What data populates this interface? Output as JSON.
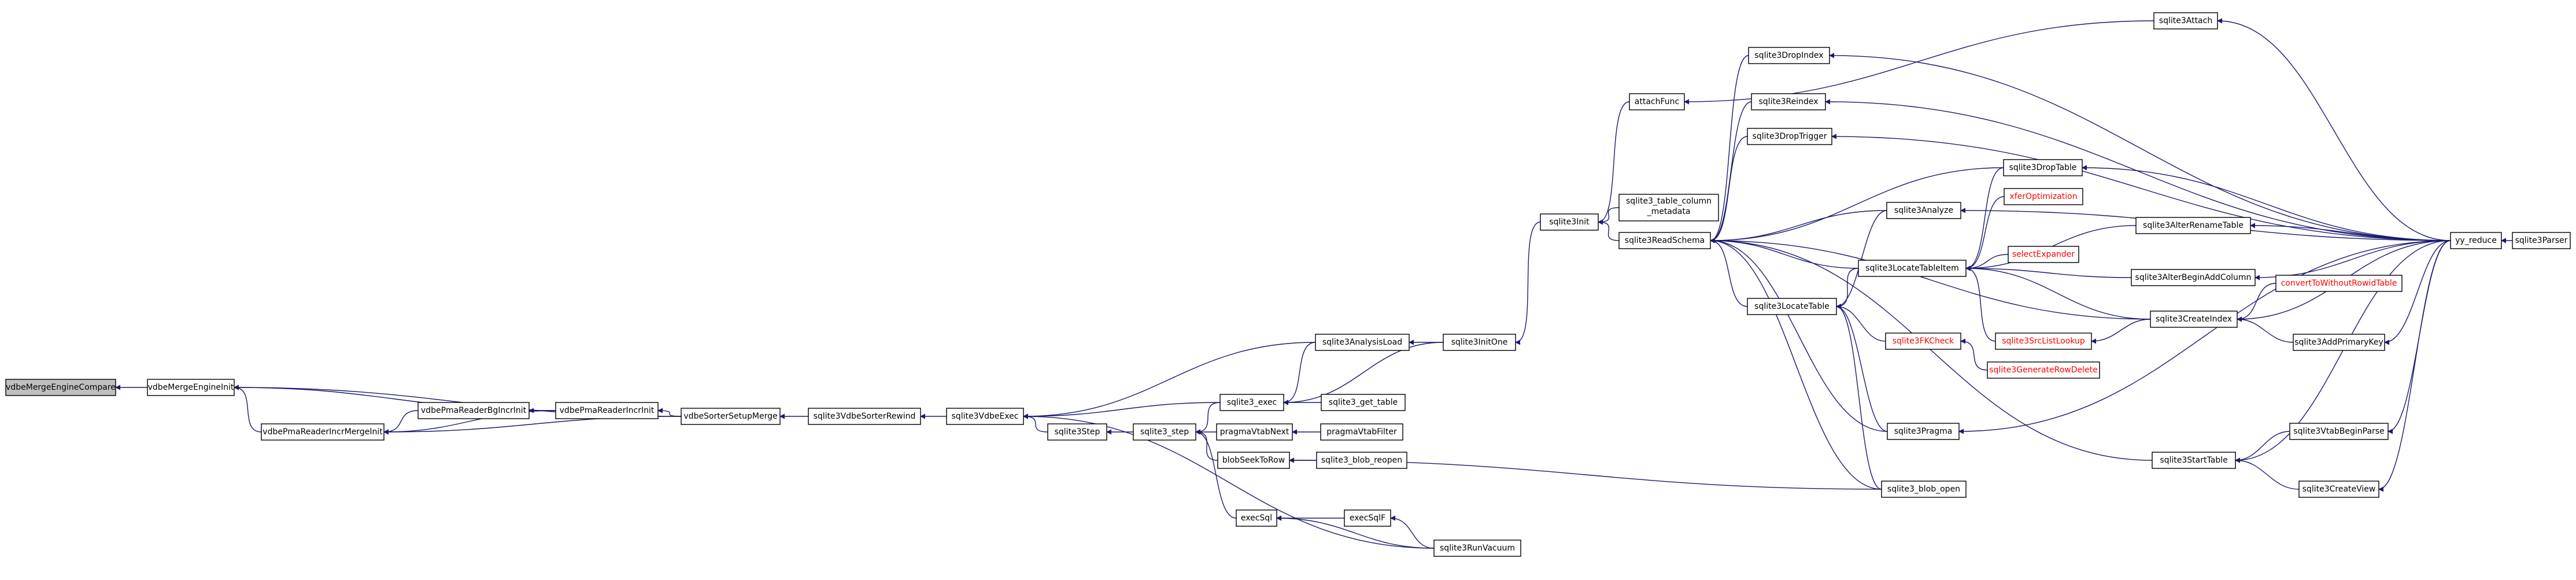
{
  "colors": {
    "edge": "#191970",
    "node_border": "#000000",
    "node_fill": "#ffffff",
    "focus_fill": "#bfbfbf",
    "red_text": "#ff0000",
    "text": "#000000"
  },
  "nodes": [
    {
      "id": "vdbeMergeEngineCompare",
      "label": "vdbeMergeEngineCompare",
      "focus": true
    },
    {
      "id": "vdbeMergeEngineInit",
      "label": "vdbeMergeEngineInit"
    },
    {
      "id": "vdbePmaReaderIncrMergeInit",
      "label": "vdbePmaReaderIncrMergeInit"
    },
    {
      "id": "vdbePmaReaderBgIncrInit",
      "label": "vdbePmaReaderBgIncrInit"
    },
    {
      "id": "vdbePmaReaderIncrInit",
      "label": "vdbePmaReaderIncrInit"
    },
    {
      "id": "vdbeSorterSetupMerge",
      "label": "vdbeSorterSetupMerge"
    },
    {
      "id": "sqlite3VdbeSorterRewind",
      "label": "sqlite3VdbeSorterRewind"
    },
    {
      "id": "sqlite3VdbeExec",
      "label": "sqlite3VdbeExec"
    },
    {
      "id": "sqlite3Step",
      "label": "sqlite3Step"
    },
    {
      "id": "sqlite3_step",
      "label": "sqlite3_step"
    },
    {
      "id": "pragmaVtabNext",
      "label": "pragmaVtabNext"
    },
    {
      "id": "pragmaVtabFilter",
      "label": "pragmaVtabFilter"
    },
    {
      "id": "blobSeekToRow",
      "label": "blobSeekToRow"
    },
    {
      "id": "sqlite3_blob_reopen",
      "label": "sqlite3_blob_reopen"
    },
    {
      "id": "execSql",
      "label": "execSql"
    },
    {
      "id": "execSqlF",
      "label": "execSqlF"
    },
    {
      "id": "sqlite3RunVacuum",
      "label": "sqlite3RunVacuum"
    },
    {
      "id": "sqlite3_exec",
      "label": "sqlite3_exec"
    },
    {
      "id": "sqlite3_get_table",
      "label": "sqlite3_get_table"
    },
    {
      "id": "sqlite3AnalysisLoad",
      "label": "sqlite3AnalysisLoad"
    },
    {
      "id": "sqlite3InitOne",
      "label": "sqlite3InitOne"
    },
    {
      "id": "sqlite3Init",
      "label": "sqlite3Init"
    },
    {
      "id": "attachFunc",
      "label": "attachFunc"
    },
    {
      "id": "sqlite3_table_column_metadata",
      "label": "sqlite3_table_column_metadata"
    },
    {
      "id": "sqlite3ReadSchema",
      "label": "sqlite3ReadSchema"
    },
    {
      "id": "sqlite3Attach",
      "label": "sqlite3Attach"
    },
    {
      "id": "sqlite3DropIndex",
      "label": "sqlite3DropIndex"
    },
    {
      "id": "sqlite3Reindex",
      "label": "sqlite3Reindex"
    },
    {
      "id": "sqlite3DropTrigger",
      "label": "sqlite3DropTrigger"
    },
    {
      "id": "sqlite3Analyze",
      "label": "sqlite3Analyze"
    },
    {
      "id": "sqlite3LocateTable",
      "label": "sqlite3LocateTable"
    },
    {
      "id": "sqlite3FKCheck",
      "label": "sqlite3FKCheck",
      "red": true
    },
    {
      "id": "sqlite3GenerateRowDelete",
      "label": "sqlite3GenerateRowDelete",
      "red": true
    },
    {
      "id": "sqlite3Pragma",
      "label": "sqlite3Pragma"
    },
    {
      "id": "sqlite3_blob_open",
      "label": "sqlite3_blob_open"
    },
    {
      "id": "sqlite3DropTable",
      "label": "sqlite3DropTable"
    },
    {
      "id": "xferOptimization",
      "label": "xferOptimization",
      "red": true
    },
    {
      "id": "sqlite3LocateTableItem",
      "label": "sqlite3LocateTableItem"
    },
    {
      "id": "selectExpander",
      "label": "selectExpander",
      "red": true
    },
    {
      "id": "sqlite3SrcListLookup",
      "label": "sqlite3SrcListLookup",
      "red": true
    },
    {
      "id": "sqlite3AlterRenameTable",
      "label": "sqlite3AlterRenameTable"
    },
    {
      "id": "sqlite3AlterBeginAddColumn",
      "label": "sqlite3AlterBeginAddColumn"
    },
    {
      "id": "sqlite3CreateIndex",
      "label": "sqlite3CreateIndex"
    },
    {
      "id": "convertToWithoutRowidTable",
      "label": "convertToWithoutRowidTable",
      "red": true
    },
    {
      "id": "sqlite3AddPrimaryKey",
      "label": "sqlite3AddPrimaryKey"
    },
    {
      "id": "sqlite3StartTable",
      "label": "sqlite3StartTable"
    },
    {
      "id": "sqlite3VtabBeginParse",
      "label": "sqlite3VtabBeginParse"
    },
    {
      "id": "sqlite3CreateView",
      "label": "sqlite3CreateView"
    },
    {
      "id": "yy_reduce",
      "label": "yy_reduce"
    },
    {
      "id": "sqlite3Parser",
      "label": "sqlite3Parser"
    }
  ],
  "edges": [
    [
      "vdbeMergeEngineInit",
      "vdbeMergeEngineCompare"
    ],
    [
      "vdbePmaReaderIncrMergeInit",
      "vdbeMergeEngineInit"
    ],
    [
      "vdbePmaReaderIncrInit",
      "vdbeMergeEngineInit"
    ],
    [
      "vdbeSorterSetupMerge",
      "vdbeMergeEngineInit"
    ],
    [
      "vdbePmaReaderBgIncrInit",
      "vdbePmaReaderIncrMergeInit"
    ],
    [
      "vdbePmaReaderIncrInit",
      "vdbePmaReaderIncrMergeInit"
    ],
    [
      "vdbeSorterSetupMerge",
      "vdbePmaReaderIncrMergeInit"
    ],
    [
      "vdbePmaReaderIncrInit",
      "vdbePmaReaderBgIncrInit"
    ],
    [
      "vdbeSorterSetupMerge",
      "vdbePmaReaderIncrInit"
    ],
    [
      "sqlite3VdbeSorterRewind",
      "vdbeSorterSetupMerge"
    ],
    [
      "sqlite3VdbeExec",
      "sqlite3VdbeSorterRewind"
    ],
    [
      "sqlite3Step",
      "sqlite3VdbeExec"
    ],
    [
      "sqlite3_step",
      "sqlite3Step"
    ],
    [
      "sqlite3_exec",
      "sqlite3_step"
    ],
    [
      "pragmaVtabNext",
      "sqlite3_step"
    ],
    [
      "blobSeekToRow",
      "sqlite3_step"
    ],
    [
      "execSql",
      "sqlite3_step"
    ],
    [
      "pragmaVtabFilter",
      "pragmaVtabNext"
    ],
    [
      "sqlite3_blob_reopen",
      "blobSeekToRow"
    ],
    [
      "sqlite3_blob_open",
      "blobSeekToRow"
    ],
    [
      "execSqlF",
      "execSql"
    ],
    [
      "sqlite3RunVacuum",
      "execSql"
    ],
    [
      "sqlite3RunVacuum",
      "execSqlF"
    ],
    [
      "sqlite3RunVacuum",
      "sqlite3VdbeExec"
    ],
    [
      "sqlite3_exec",
      "sqlite3VdbeExec"
    ],
    [
      "sqlite3AnalysisLoad",
      "sqlite3VdbeExec"
    ],
    [
      "sqlite3_get_table",
      "sqlite3_exec"
    ],
    [
      "sqlite3AnalysisLoad",
      "sqlite3_exec"
    ],
    [
      "sqlite3InitOne",
      "sqlite3_exec"
    ],
    [
      "sqlite3InitOne",
      "sqlite3AnalysisLoad"
    ],
    [
      "sqlite3Init",
      "sqlite3InitOne"
    ],
    [
      "attachFunc",
      "sqlite3Init"
    ],
    [
      "sqlite3_table_column_metadata",
      "sqlite3Init"
    ],
    [
      "sqlite3ReadSchema",
      "sqlite3Init"
    ],
    [
      "sqlite3Attach",
      "attachFunc"
    ],
    [
      "sqlite3DropIndex",
      "sqlite3ReadSchema"
    ],
    [
      "sqlite3Reindex",
      "sqlite3ReadSchema"
    ],
    [
      "sqlite3DropTrigger",
      "sqlite3ReadSchema"
    ],
    [
      "sqlite3Analyze",
      "sqlite3ReadSchema"
    ],
    [
      "sqlite3LocateTable",
      "sqlite3ReadSchema"
    ],
    [
      "sqlite3Pragma",
      "sqlite3ReadSchema"
    ],
    [
      "sqlite3_blob_open",
      "sqlite3ReadSchema"
    ],
    [
      "sqlite3DropTable",
      "sqlite3ReadSchema"
    ],
    [
      "sqlite3LocateTableItem",
      "sqlite3ReadSchema"
    ],
    [
      "sqlite3CreateIndex",
      "sqlite3ReadSchema"
    ],
    [
      "sqlite3StartTable",
      "sqlite3ReadSchema"
    ],
    [
      "sqlite3Analyze",
      "sqlite3LocateTable"
    ],
    [
      "sqlite3LocateTableItem",
      "sqlite3LocateTable"
    ],
    [
      "sqlite3FKCheck",
      "sqlite3LocateTable"
    ],
    [
      "sqlite3Pragma",
      "sqlite3LocateTable"
    ],
    [
      "sqlite3_blob_open",
      "sqlite3LocateTable"
    ],
    [
      "sqlite3GenerateRowDelete",
      "sqlite3FKCheck"
    ],
    [
      "sqlite3DropTable",
      "sqlite3LocateTableItem"
    ],
    [
      "xferOptimization",
      "sqlite3LocateTableItem"
    ],
    [
      "selectExpander",
      "sqlite3LocateTableItem"
    ],
    [
      "sqlite3SrcListLookup",
      "sqlite3LocateTableItem"
    ],
    [
      "sqlite3AlterRenameTable",
      "sqlite3LocateTableItem"
    ],
    [
      "sqlite3AlterBeginAddColumn",
      "sqlite3LocateTableItem"
    ],
    [
      "sqlite3CreateIndex",
      "sqlite3LocateTableItem"
    ],
    [
      "sqlite3CreateIndex",
      "sqlite3SrcListLookup"
    ],
    [
      "sqlite3AddPrimaryKey",
      "sqlite3CreateIndex"
    ],
    [
      "convertToWithoutRowidTable",
      "sqlite3CreateIndex"
    ],
    [
      "sqlite3VtabBeginParse",
      "sqlite3StartTable"
    ],
    [
      "sqlite3CreateView",
      "sqlite3StartTable"
    ],
    [
      "yy_reduce",
      "sqlite3Attach"
    ],
    [
      "yy_reduce",
      "sqlite3DropIndex"
    ],
    [
      "yy_reduce",
      "sqlite3Reindex"
    ],
    [
      "yy_reduce",
      "sqlite3DropTrigger"
    ],
    [
      "yy_reduce",
      "sqlite3Analyze"
    ],
    [
      "yy_reduce",
      "sqlite3DropTable"
    ],
    [
      "yy_reduce",
      "sqlite3AlterRenameTable"
    ],
    [
      "yy_reduce",
      "sqlite3AlterBeginAddColumn"
    ],
    [
      "yy_reduce",
      "sqlite3CreateIndex"
    ],
    [
      "yy_reduce",
      "sqlite3AddPrimaryKey"
    ],
    [
      "yy_reduce",
      "sqlite3Pragma"
    ],
    [
      "yy_reduce",
      "sqlite3StartTable"
    ],
    [
      "yy_reduce",
      "sqlite3VtabBeginParse"
    ],
    [
      "yy_reduce",
      "sqlite3CreateView"
    ],
    [
      "sqlite3Parser",
      "yy_reduce"
    ]
  ]
}
